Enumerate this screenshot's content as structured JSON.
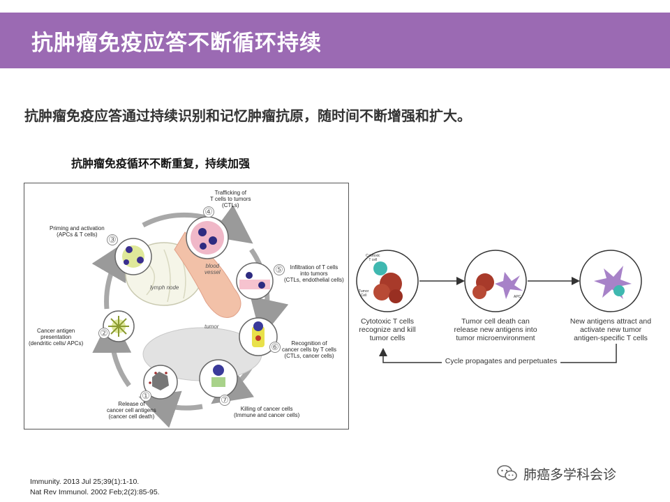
{
  "header": {
    "title": "抗肿瘤免疫应答不断循环持续"
  },
  "subtitle": "抗肿瘤免疫应答通过持续识别和记忆肿瘤抗原，随时间不断增强和扩大。",
  "figure_caption": "抗肿瘤免疫循环不断重复，持续加强",
  "left_diagram": {
    "steps": [
      {
        "number": "①",
        "label": "Release of\ncancer cell antigens\n(cancer cell death)"
      },
      {
        "number": "②",
        "label": "Cancer antigen\npresentation\n(dendritic cells/ APCs)"
      },
      {
        "number": "③",
        "label": "Priming and activation\n(APCs & T cells)"
      },
      {
        "number": "④",
        "label": "Trafficking of\nT cells to tumors\n(CTLs)"
      },
      {
        "number": "⑤",
        "label": "Infiltration of T cells\ninto tumors\n(CTLs, endothelial cells)"
      },
      {
        "number": "⑥",
        "label": "Recognition of\ncancer cells by T cells\n(CTLs, cancer cells)"
      },
      {
        "number": "⑦",
        "label": "Killing of cancer cells\n(Immune and cancer cells)"
      }
    ],
    "region_labels": {
      "lymph_node": "lymph node",
      "blood_vessel": "blood\nvessel",
      "tumor": "tumor"
    }
  },
  "right_diagram": {
    "stages": [
      {
        "caption": "Cytotoxic T cells\nrecognize and kill\ntumor cells",
        "tags": [
          "Cytotoxic\nT cell",
          "Tumor\nCell"
        ]
      },
      {
        "caption": "Tumor cell death can\nrelease new antigens into\ntumor microenvironment",
        "tags": [
          "APC"
        ]
      },
      {
        "caption": "New antigens attract and\nactivate new tumor\nantigen-specific T cells",
        "tags": []
      }
    ],
    "cycle_label": "Cycle propagates and perpetuates"
  },
  "references": [
    "Immunity. 2013 Jul 25;39(1):1-10.",
    "Nat Rev Immunol. 2002 Feb;2(2):85-95."
  ],
  "watermark": {
    "text": "肺癌多学科会诊",
    "icon": "wechat-icon"
  }
}
